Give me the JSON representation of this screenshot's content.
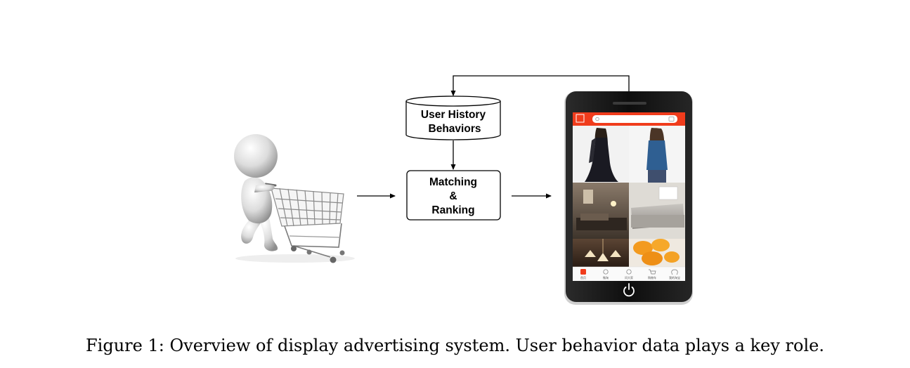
{
  "diagram": {
    "history_box": {
      "line1": "User History",
      "line2": "Behaviors"
    },
    "matching_box": {
      "line1": "Matching",
      "line2": "&",
      "line3": "Ranking"
    },
    "phone": {
      "brand_color": "#f03c1c",
      "bottom_tabs": [
        "首页",
        "微淘",
        "问大家",
        "购物车",
        "我的淘宝"
      ],
      "grid_items": [
        "dress-model-photo",
        "denim-shirt-model-photo",
        "living-room-photo",
        "grey-sofa-photo",
        "chandelier-photo",
        "mangoes-photo"
      ]
    },
    "user_figure": "3d-person-pushing-shopping-cart"
  },
  "caption": {
    "label": "Figure 1:",
    "text": "Overview of display advertising system. User behavior data plays a key role."
  },
  "colors": {
    "arrow": "#000000",
    "phone_body": "#151515",
    "box_stroke": "#000000"
  }
}
